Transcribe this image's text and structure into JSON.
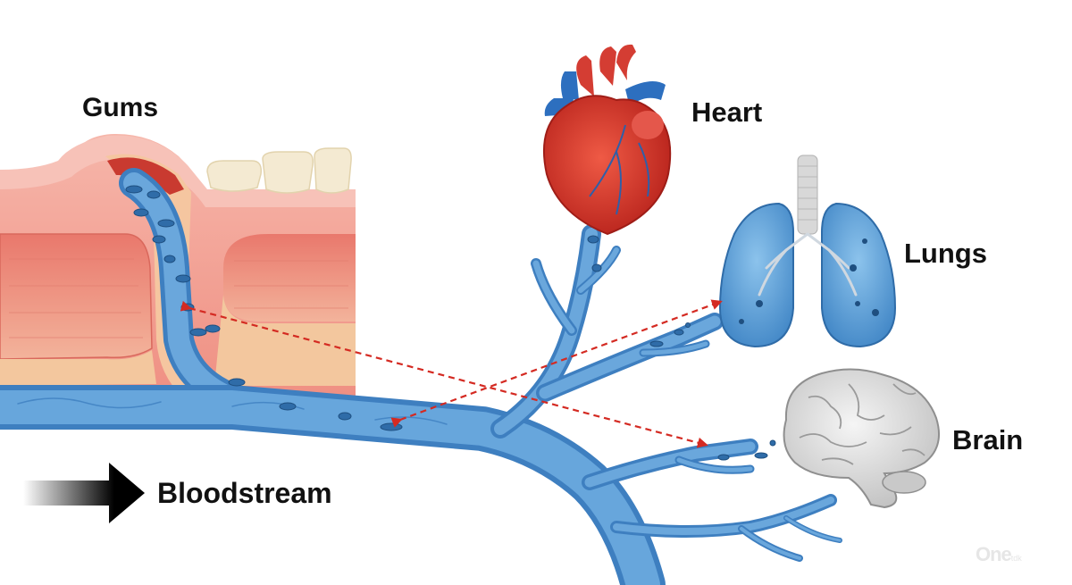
{
  "labels": {
    "gums": "Gums",
    "heart": "Heart",
    "lungs": "Lungs",
    "brain": "Brain",
    "bloodstream": "Bloodstream"
  },
  "watermark": {
    "main": "One",
    "sub": "tdk"
  },
  "icons": {
    "gums": "gum-cross-section-icon",
    "heart": "heart-icon",
    "lungs": "lungs-icon",
    "brain": "brain-icon",
    "arrow": "arrow-right-icon"
  },
  "colors": {
    "gum_pink": "#f2a296",
    "blood_vessel": "#4d8fcc",
    "arrow_red": "#d42a22",
    "heart_red": "#d9382e",
    "lung_blue": "#5a9fd6",
    "brain_gray": "#d9d9d9"
  }
}
